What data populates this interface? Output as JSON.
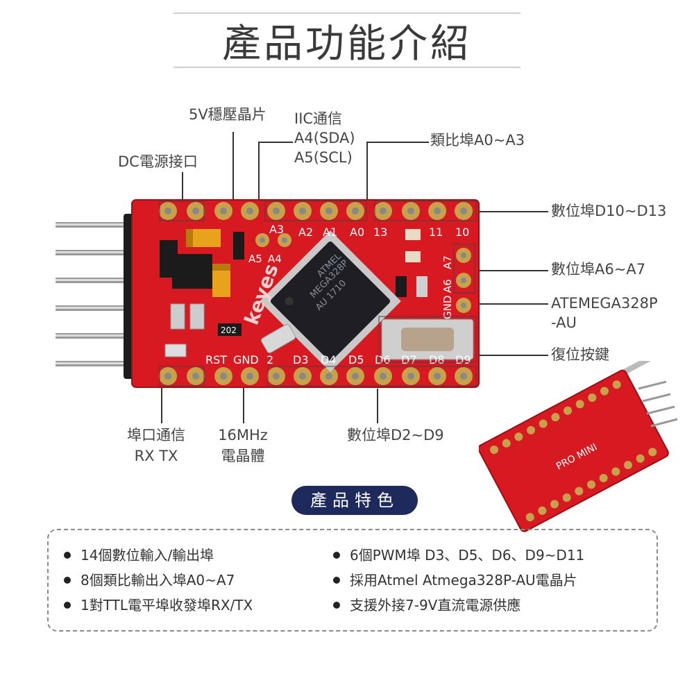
{
  "title": "產品功能介紹",
  "annotations": {
    "dc": "DC電源接口",
    "regulator": "5V穩壓晶片",
    "iic_1": "IIC通信",
    "iic_2": "A4(SDA)",
    "iic_3": "A5(SCL)",
    "analog": "類比埠A0~A3",
    "d10_13": "數位埠D10~D13",
    "a6_a7": "數位埠A6~A7",
    "mcu_1": "ATEMEGA328P",
    "mcu_2": "-AU",
    "reset": "復位按鍵",
    "serial_1": "埠口通信",
    "serial_2": "RX TX",
    "crystal_1": "16MHz",
    "crystal_2": "電晶體",
    "d2_9": "數位埠D2~D9"
  },
  "board": {
    "top_labels": [
      "A3",
      "A2",
      "A1",
      "A0",
      "13",
      "11",
      "10"
    ],
    "side_labels": [
      "A5",
      "A4"
    ],
    "right_labels": [
      "A7",
      "A6",
      "GND"
    ],
    "bottom_labels": [
      "RST",
      "GND",
      "2",
      "D3",
      "D4",
      "D5",
      "D6",
      "D7",
      "D8",
      "D9"
    ],
    "brand": "keyes",
    "chip_lines": [
      "ATMEL",
      "MEGA328P",
      "AU 1710"
    ],
    "resistor": "202",
    "small_brand": "PRO MINI",
    "colors": {
      "pcb": "#d71921",
      "chip": "#1e1e24",
      "gold": "#c8a24a"
    }
  },
  "features_title": "產品特色",
  "features": [
    "14個數位輸入/輸出埠",
    "6個PWM埠 D3、D5、D6、D9~D11",
    "8個類比輸出入埠A0~A7",
    "採用Atmel Atmega328P-AU電晶片",
    "1對TTL電平埠收發埠RX/TX",
    "支援外接7-9V直流電源供應"
  ]
}
